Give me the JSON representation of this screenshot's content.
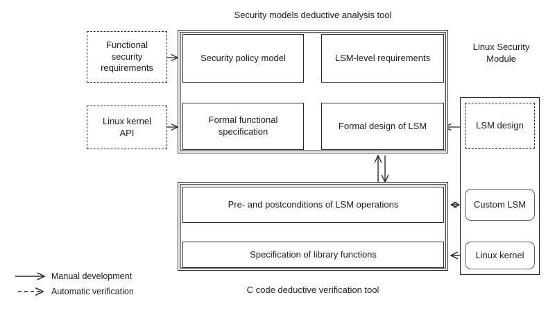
{
  "diagram": {
    "captions": {
      "top_tool": "Security models deductive analysis tool",
      "bottom_tool": "C code deductive verification tool",
      "lsm_group": "Linux Security Module"
    },
    "inputs": [
      {
        "id": "functional-security-requirements",
        "label": "Functional\nsecurity\nrequirements",
        "style": "dashed"
      },
      {
        "id": "linux-kernel-api",
        "label": "Linux kernel\nAPI",
        "style": "dashed"
      }
    ],
    "analysis_tool_nodes": [
      {
        "id": "security-policy-model",
        "label": "Security policy model",
        "style": "solid"
      },
      {
        "id": "lsm-level-requirements",
        "label": "LSM-level requirements",
        "style": "solid"
      },
      {
        "id": "formal-functional-specification",
        "label": "Formal functional\nspecification",
        "style": "solid"
      },
      {
        "id": "formal-design-of-lsm",
        "label": "Formal design of LSM",
        "style": "solid"
      }
    ],
    "verification_tool_nodes": [
      {
        "id": "pre-and-postconditions",
        "label": "Pre- and postconditions of LSM operations",
        "style": "solid"
      },
      {
        "id": "specification-of-library-functions",
        "label": "Specification of library functions",
        "style": "solid"
      }
    ],
    "lsm_nodes": [
      {
        "id": "lsm-design",
        "label": "LSM design",
        "style": "dashed"
      },
      {
        "id": "custom-lsm",
        "label": "Custom LSM",
        "style": "rounded"
      },
      {
        "id": "linux-kernel",
        "label": "Linux kernel",
        "style": "rounded"
      }
    ],
    "legend": [
      {
        "id": "manual-development",
        "label": "Manual development",
        "stroke": "solid"
      },
      {
        "id": "automatic-verification",
        "label": "Automatic verification",
        "stroke": "dashed"
      }
    ],
    "colors": {
      "stroke": "#26262e",
      "text": "#1c1c25",
      "rounded_stroke": "#5a5a63",
      "background": "#ffffff"
    }
  }
}
